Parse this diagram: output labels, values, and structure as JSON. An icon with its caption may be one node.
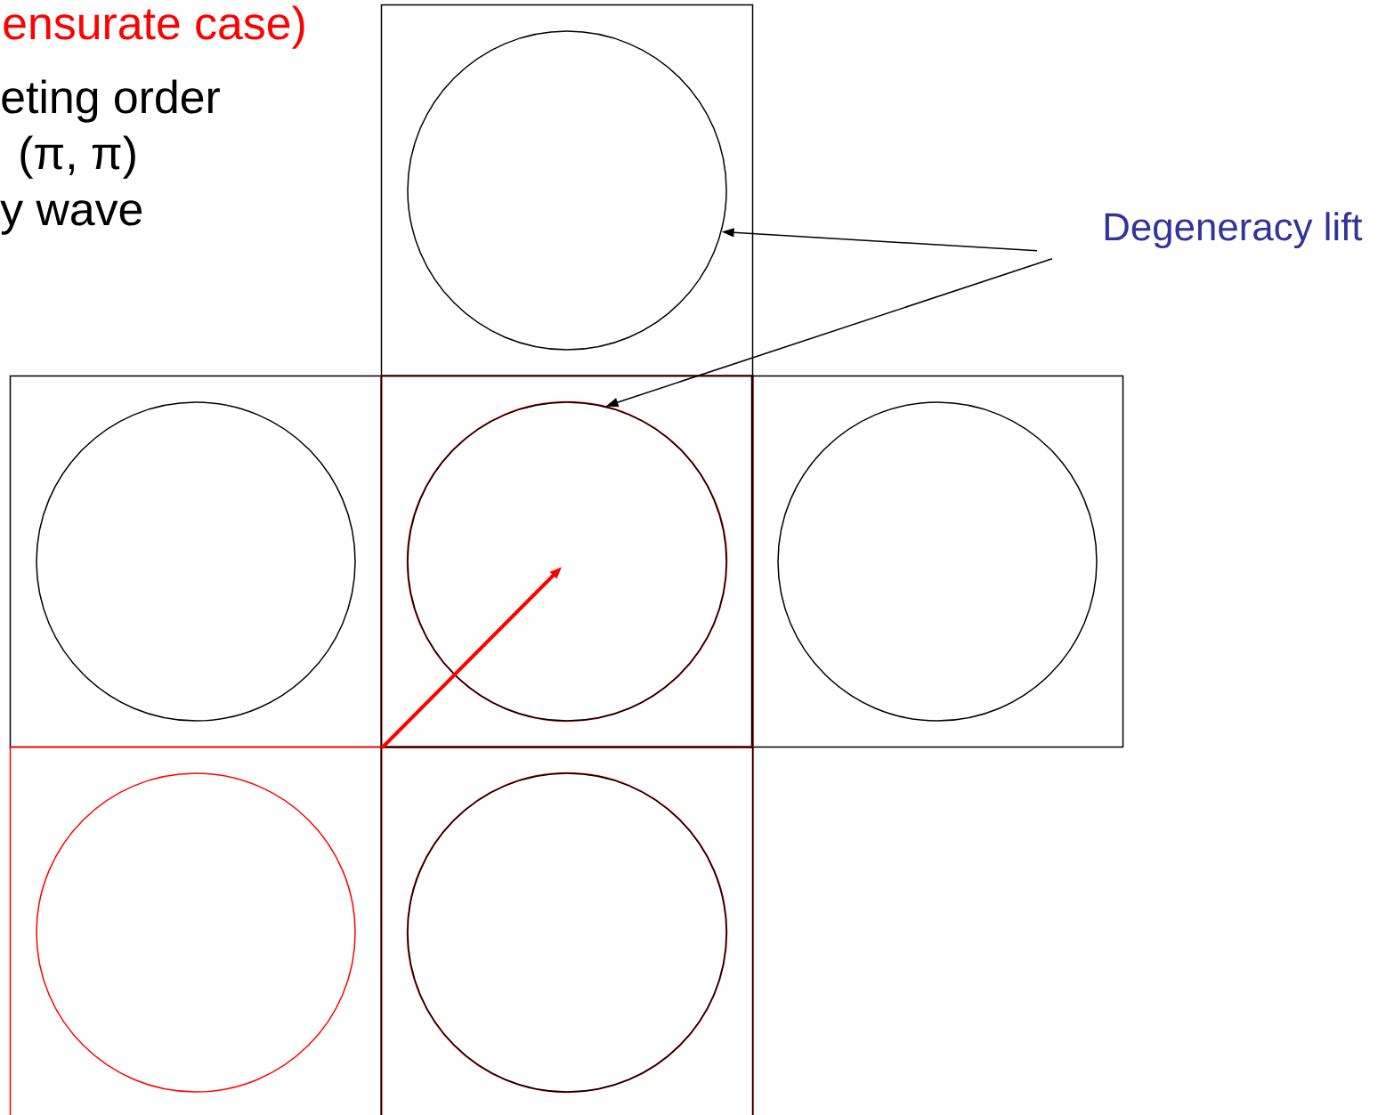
{
  "diagram": {
    "nodes": [
      {
        "text": [
          "Degeneracy lift"
        ]
      },
      {
        "text": [],
        "shape": "box"
      },
      {
        "text": [],
        "shape": "circle",
        "in": 1
      },
      {
        "text": [],
        "shape": "box"
      },
      {
        "text": [],
        "shape": "circle",
        "in": 3
      },
      {
        "text": [],
        "shape": "box"
      },
      {
        "text": [],
        "shape": "circle",
        "in": 5
      },
      {
        "text": [],
        "shape": "box"
      },
      {
        "text": [],
        "shape": "circle",
        "in": 7
      },
      {
        "text": [],
        "shape": "box"
      },
      {
        "text": [],
        "shape": "circle",
        "in": 9
      },
      {
        "text": [],
        "shape": "box"
      },
      {
        "text": [],
        "shape": "circle",
        "in": 11
      }
    ],
    "edges": [
      {
        "from": 0,
        "to": 2,
        "arrow": "to"
      },
      {
        "from": 0,
        "to": 6,
        "arrow": "to"
      },
      {
        "from": 3,
        "to": 6,
        "arrow": "to",
        "style": "thick",
        "color": "#ff0000"
      }
    ],
    "labels": [
      "ensurate case)",
      "eting order",
      "(π, π)",
      "y wave"
    ]
  }
}
